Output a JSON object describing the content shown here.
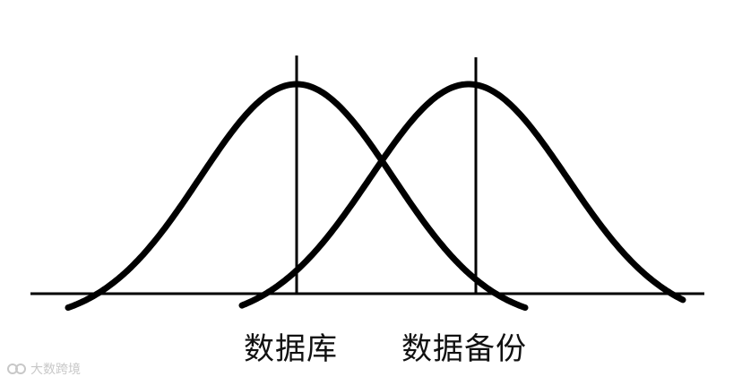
{
  "labels": {
    "left": "数据库",
    "right": "数据备份"
  },
  "watermark": {
    "text": "大数跨境"
  },
  "colors": {
    "stroke": "#000000",
    "watermark": "#c8c8c8"
  }
}
